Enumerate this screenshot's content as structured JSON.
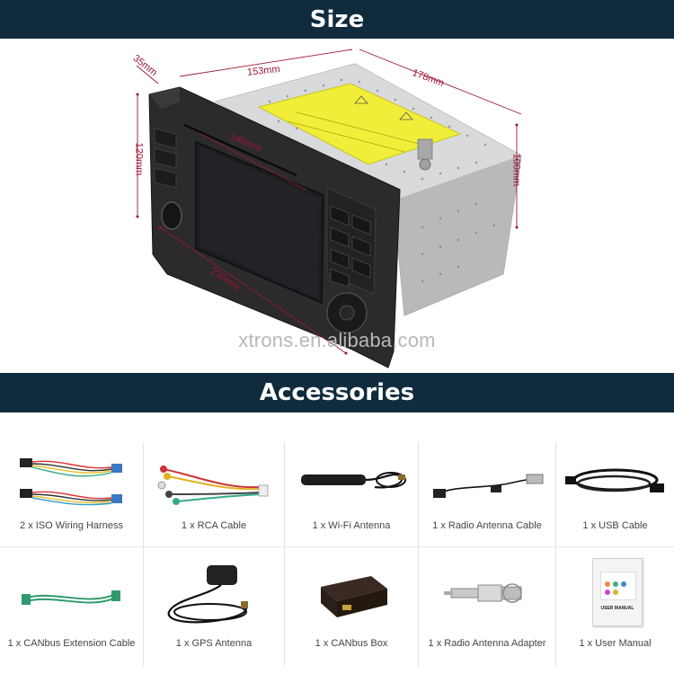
{
  "size_section": {
    "title": "Size",
    "dimensions": {
      "depth_front": "35mm",
      "width_top": "153mm",
      "depth_body": "178mm",
      "height_front": "120mm",
      "height_body": "100mm",
      "diagonal": "246mm",
      "width_bottom": "239mm"
    },
    "watermark": "xtrons.en.alibaba.com"
  },
  "accessories_section": {
    "title": "Accessories",
    "items": [
      {
        "label": "2 x ISO Wiring Harness"
      },
      {
        "label": "1 x RCA Cable"
      },
      {
        "label": "1 x Wi-Fi Antenna"
      },
      {
        "label": "1 x Radio Antenna Cable"
      },
      {
        "label": "1 x USB Cable"
      },
      {
        "label": "1 x CANbus Extension Cable"
      },
      {
        "label": "1 x GPS Antenna"
      },
      {
        "label": "1 x CANbus Box"
      },
      {
        "label": "1 x Radio Antenna Adapter"
      },
      {
        "label": "1 x User Manual"
      }
    ],
    "manual_cover_text": "USER MANUAL"
  },
  "colors": {
    "banner_bg": "#102b3e",
    "dimension_lines": "#9b1630",
    "sticker": "#f1ee3a"
  }
}
